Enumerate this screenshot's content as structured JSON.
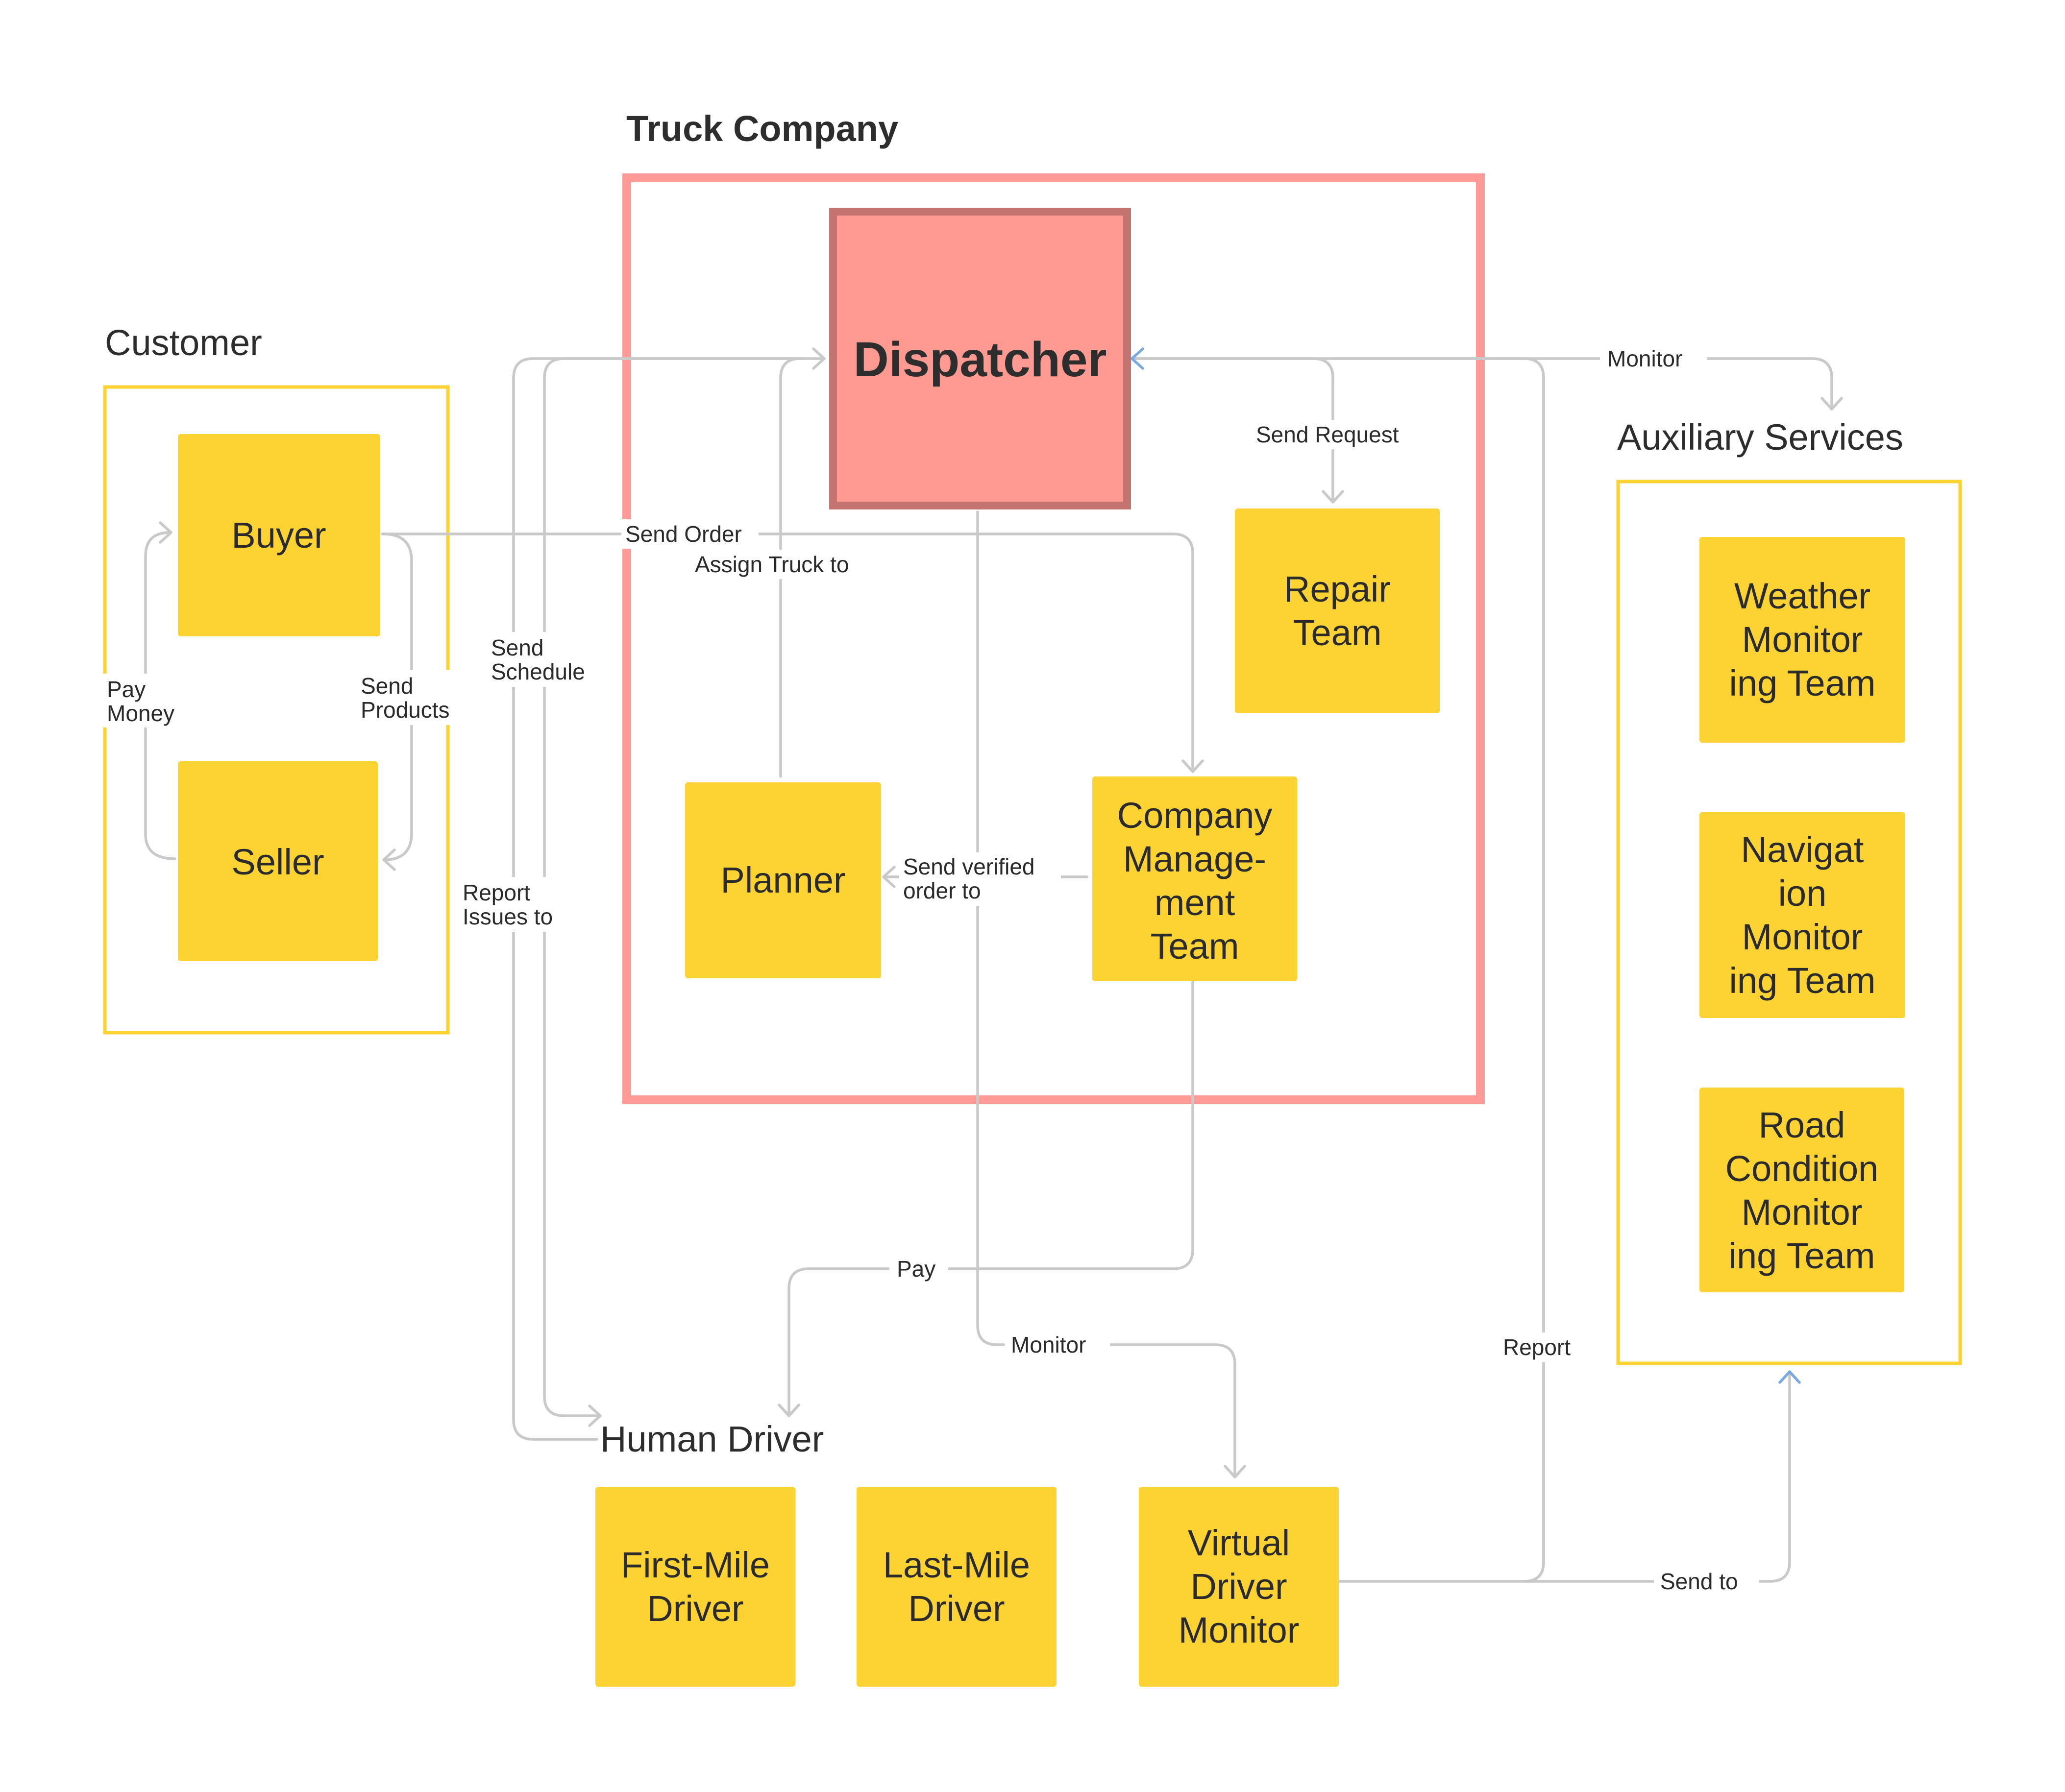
{
  "groups": {
    "customer": {
      "title": "Customer"
    },
    "truck_company": {
      "title": "Truck Company"
    },
    "auxiliary": {
      "title": "Auxiliary Services"
    },
    "human_driver": {
      "title": "Human Driver"
    }
  },
  "notes": {
    "buyer": "Buyer",
    "seller": "Seller",
    "dispatcher": "Dispatcher",
    "repair_team": [
      "Repair",
      "Team"
    ],
    "planner": "Planner",
    "company_management_team": [
      "Company",
      "Manage-",
      "ment",
      "Team"
    ],
    "weather_monitoring_team": [
      "Weather",
      "Monitor",
      "ing Team"
    ],
    "navigation_monitoring_team": [
      "Navigat",
      "ion",
      "Monitor",
      "ing Team"
    ],
    "road_condition_monitoring_team": [
      "Road",
      "Condition",
      "Monitor",
      "ing Team"
    ],
    "first_mile_driver": [
      "First-Mile",
      "Driver"
    ],
    "last_mile_driver": [
      "Last-Mile",
      "Driver"
    ],
    "virtual_driver_monitor": [
      "Virtual",
      "Driver",
      "Monitor"
    ]
  },
  "connectors": {
    "pay_money": [
      "Pay",
      "Money"
    ],
    "send_products": [
      "Send",
      "Products"
    ],
    "send_order": "Send Order",
    "assign_truck_to": "Assign Truck to",
    "send_schedule": [
      "Send",
      "Schedule"
    ],
    "report_issues_to": [
      "Report",
      "Issues to"
    ],
    "send_request": "Send Request",
    "monitor_aux": "Monitor",
    "send_verified_order_to": [
      "Send verified",
      "order to"
    ],
    "pay": "Pay",
    "monitor_virtual": "Monitor",
    "report": "Report",
    "send_to": "Send to"
  },
  "colors": {
    "sticky": "#fdd334",
    "group_border_yellow": "#fdd334",
    "truck_company_border": "#ff9a96",
    "dispatcher_fill": "#ff9a92",
    "dispatcher_border": "#c47470",
    "connector": "#c9c9c9",
    "connector_highlight": "#7aa8e0"
  }
}
